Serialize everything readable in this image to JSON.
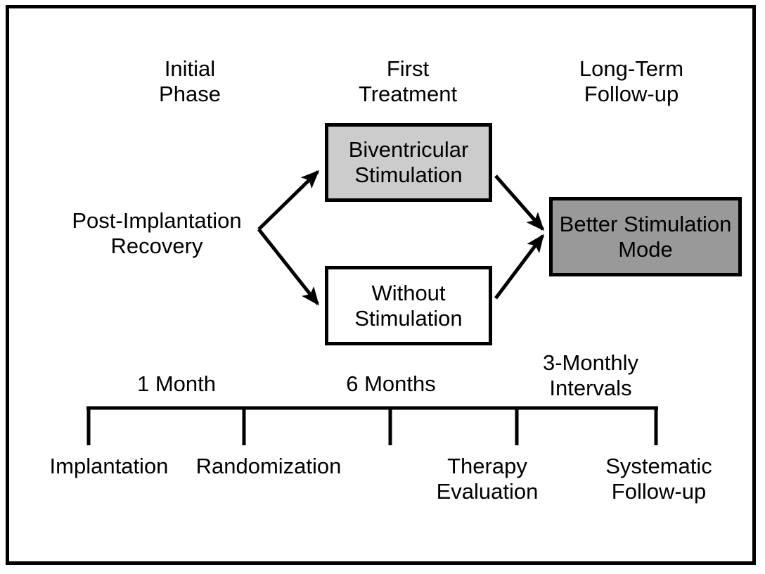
{
  "figure": {
    "kind": "study-flow-diagram",
    "border_color": "#000000",
    "background": "#ffffff"
  },
  "columns": [
    {
      "id": "initial",
      "label": "Initial\nPhase"
    },
    {
      "id": "first-treatment",
      "label": "First\nTreatment"
    },
    {
      "id": "long-term",
      "label": "Long-Term\nFollow-up"
    }
  ],
  "nodes": {
    "start": {
      "label": "Post-Implantation\nRecovery"
    },
    "arm_a": {
      "label": "Biventricular\nStimulation",
      "fill": "#cccccc"
    },
    "arm_b": {
      "label": "Without\nStimulation",
      "fill": "#ffffff"
    },
    "outcome": {
      "label": "Better Stimulation\nMode",
      "fill": "#999999"
    }
  },
  "timeline": {
    "intervals": [
      {
        "id": "one-month",
        "label": "1 Month"
      },
      {
        "id": "six-months",
        "label": "6 Months"
      },
      {
        "id": "three-monthly",
        "label": "3-Monthly\nIntervals"
      }
    ],
    "events": [
      {
        "id": "implantation",
        "label": "Implantation"
      },
      {
        "id": "randomization",
        "label": "Randomization"
      },
      {
        "id": "therapy-evaluation",
        "label": "Therapy\nEvaluation"
      },
      {
        "id": "systematic-follow-up",
        "label": "Systematic\nFollow-up"
      }
    ]
  }
}
